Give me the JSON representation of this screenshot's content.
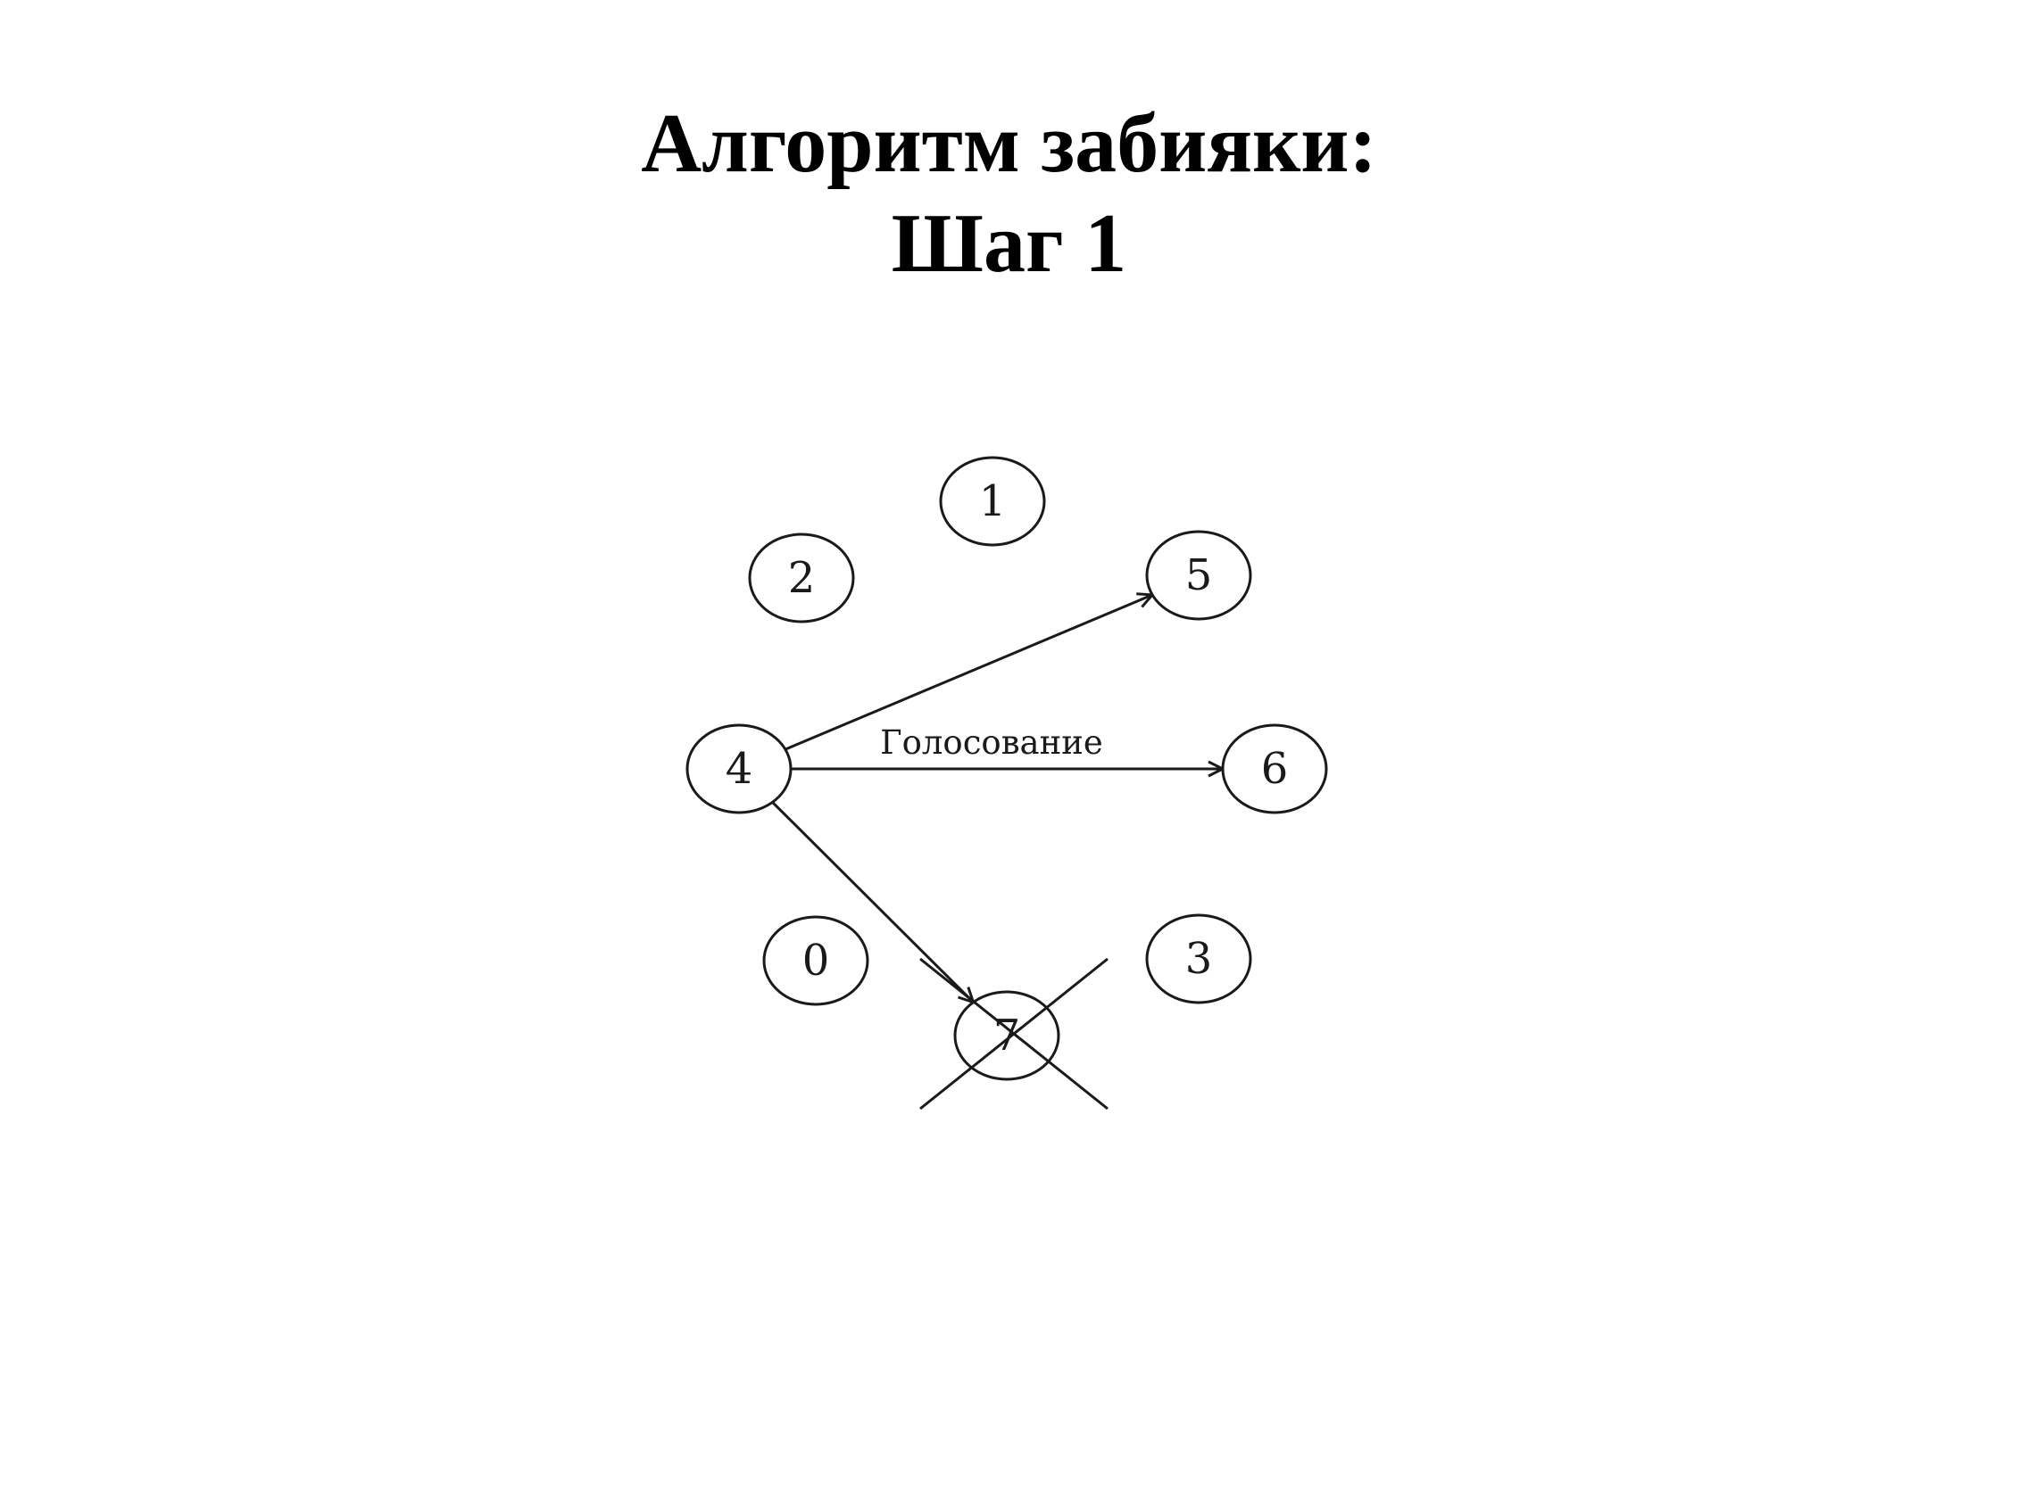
{
  "title": {
    "line1": "Алгоритм забияки:",
    "line2": "Шаг 1"
  },
  "diagram": {
    "nodes": [
      {
        "id": "1",
        "label": "1"
      },
      {
        "id": "2",
        "label": "2"
      },
      {
        "id": "5",
        "label": "5"
      },
      {
        "id": "4",
        "label": "4"
      },
      {
        "id": "6",
        "label": "6"
      },
      {
        "id": "0",
        "label": "0"
      },
      {
        "id": "3",
        "label": "3"
      },
      {
        "id": "7",
        "label": "7",
        "crossed_out": true
      }
    ],
    "edges": [
      {
        "from": "4",
        "to": "5",
        "label": ""
      },
      {
        "from": "4",
        "to": "6",
        "label": "Голосование"
      },
      {
        "from": "4",
        "to": "7",
        "label": ""
      }
    ]
  }
}
